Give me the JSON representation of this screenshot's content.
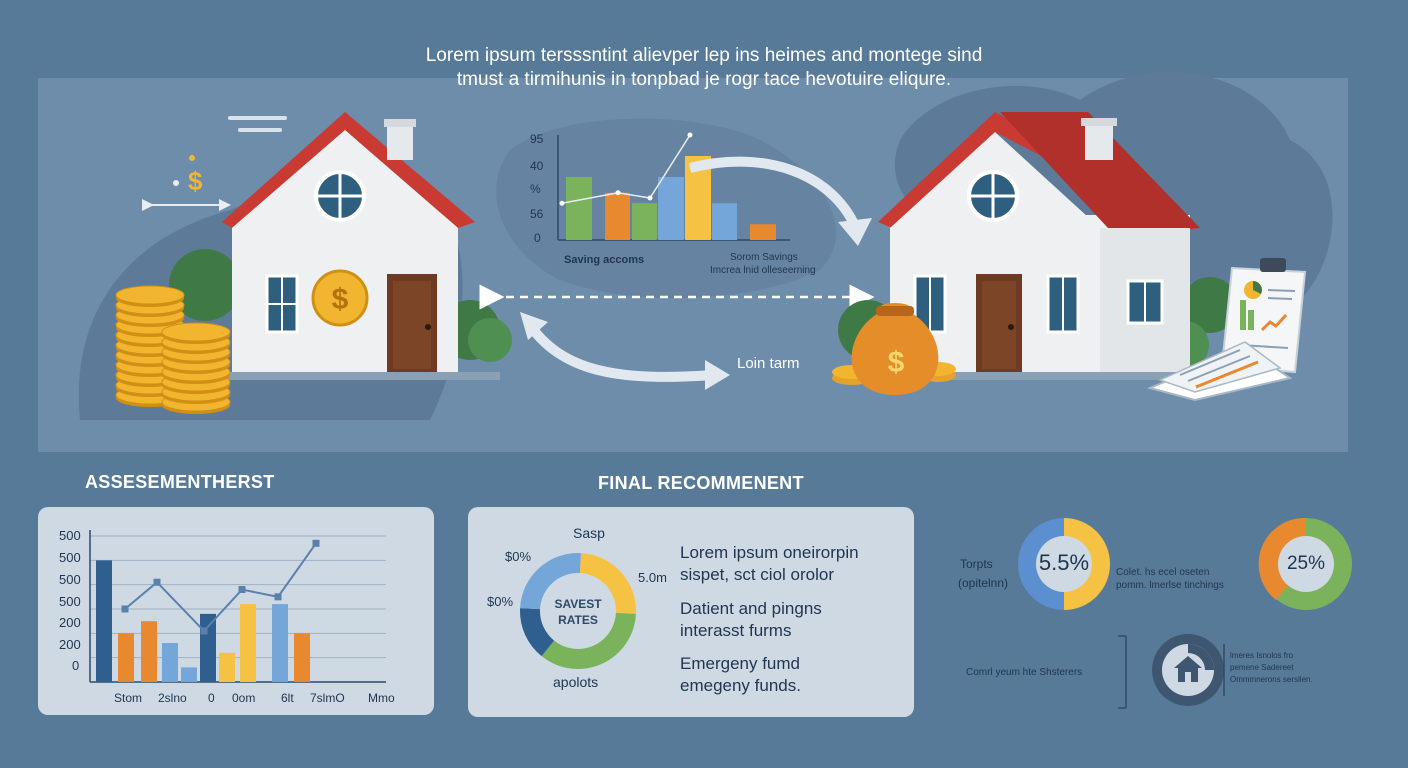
{
  "header": {
    "line1": "Lorem ipsum  tersssntint alievper lep ins heimes and montege sind",
    "line2": "tmust a tirmihunis in tonpbad je rogr tace hevotuire eliqure."
  },
  "scene": {
    "dollar_sign": "$",
    "coin_symbol": "$",
    "mini_chart": {
      "ticks": [
        "95",
        "40",
        "%",
        "56",
        "0"
      ],
      "label_left": "Saving accoms",
      "label_right_1": "Sorom Savings",
      "label_right_2": "Imcrea lnid olleseerning"
    },
    "loan_term_label": "Loin tarm"
  },
  "assessment": {
    "title": "ASSESEMENTHERST",
    "y_ticks": [
      "500",
      "500",
      "500",
      "500",
      "200",
      "200",
      "0"
    ],
    "x_labels": [
      "Stom",
      "2slno",
      "0",
      "0om",
      "6lt",
      "7slmO",
      "Mmo"
    ]
  },
  "recommend": {
    "title": "FINAL RECOMMENENT",
    "donut": {
      "top_label": "Sasp",
      "left_label_1": "$0%",
      "left_label_2": "$0%",
      "right_label": "5.0m",
      "center_1": "SAVEST",
      "center_2": "RATES",
      "bottom_label": "apolots"
    },
    "lines": [
      "Lorem ipsum oneirorpin",
      "sispet, sct ciol orolor",
      "Datient and pingns",
      "interasst furms",
      "Emergeny fumd",
      "emegeny funds."
    ]
  },
  "stats": {
    "left_label_1": "Torpts",
    "left_label_2": "(opitelnn)",
    "pct1": "5.5%",
    "mid_text_1": "Colet. hs ecel oseten",
    "mid_text_2": "pomm. lmerlse tinchings",
    "pct2": "25%",
    "bottom_label": "Comrl yeum hte Shsterers",
    "info_1": "lmeres Isnolos fro",
    "info_2": "pemene Sadereet",
    "info_3": "Ommmnerons sersllen."
  },
  "colors": {
    "background": "#587a99",
    "roof": "#c83a32",
    "coin": "#f2b530",
    "bar_blue": "#2f5f8f",
    "bar_orange": "#e8892f",
    "bar_yellow": "#f6c243",
    "bar_green": "#7bb35c",
    "bar_lightblue": "#74a6d9"
  },
  "chart_data": [
    {
      "type": "bar",
      "title": "",
      "ylim": [
        0,
        600
      ],
      "values": [
        500,
        200,
        250,
        160,
        60,
        280,
        120,
        320,
        320,
        200
      ],
      "line_values": [
        300,
        410,
        210,
        380,
        350,
        570
      ]
    },
    {
      "type": "bar",
      "title": "",
      "values": [
        60,
        45,
        35,
        60,
        80,
        35,
        15
      ],
      "line_values": [
        35,
        45,
        40,
        100
      ]
    },
    {
      "type": "pie",
      "title": "",
      "values": [
        25,
        35,
        15,
        25
      ]
    }
  ]
}
